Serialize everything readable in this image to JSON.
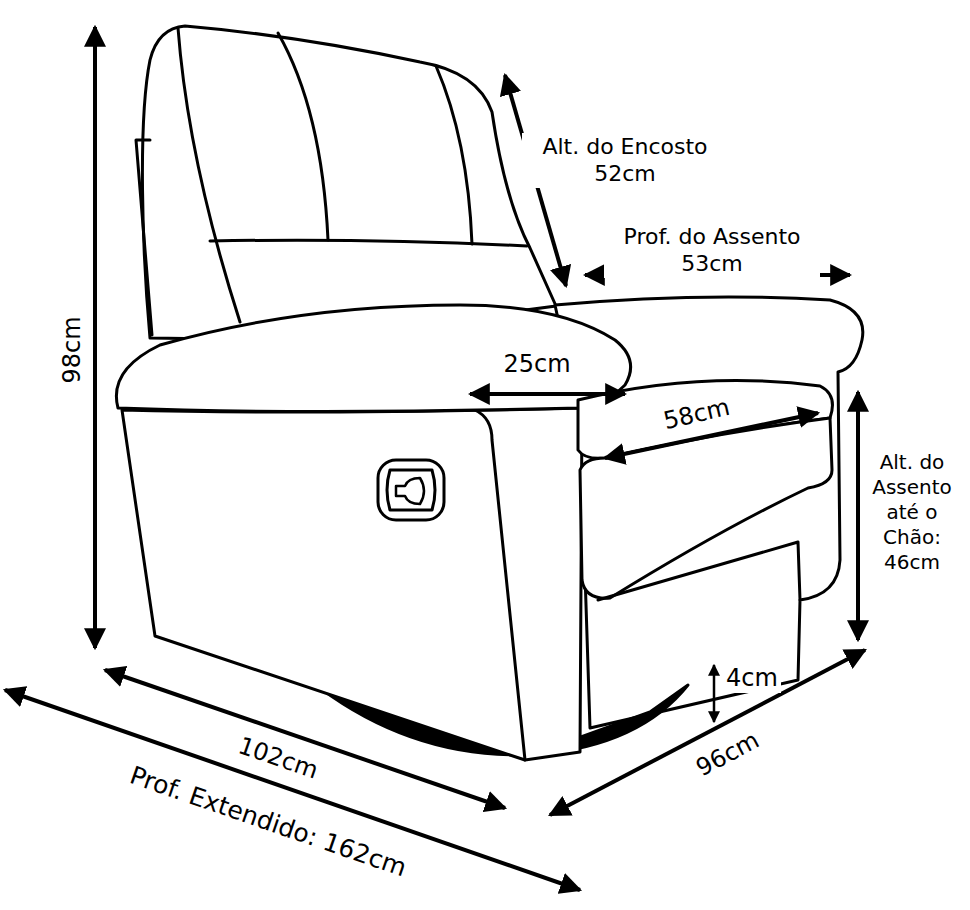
{
  "diagram": {
    "labels": [
      "Alt. do Encosto 52cm",
      "Prof. do Assento 53cm",
      "98cm",
      "25cm",
      "58cm",
      "Alt. do Assento até o Chão: 46cm",
      "4cm",
      "102cm",
      "96cm",
      "Prof. Extendido: 162cm"
    ]
  }
}
